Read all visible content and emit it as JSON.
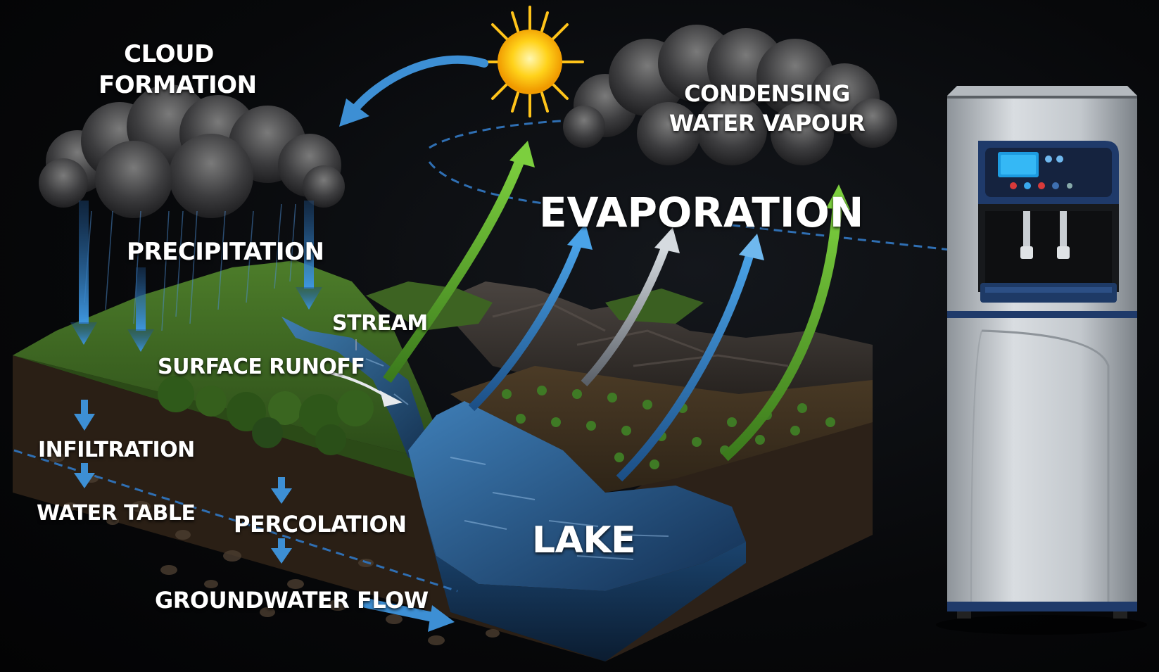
{
  "labels": {
    "cloud_formation": "CLOUD\nFORMATION",
    "condensing": "CONDENSING\nWATER VAPOUR",
    "evaporation": "EVAPORATION",
    "precipitation": "PRECIPITATION",
    "stream": "STREAM",
    "surface_runoff": "SURFACE RUNOFF",
    "infiltration": "INFILTRATION",
    "water_table": "WATER TABLE",
    "percolation": "PERCOLATION",
    "groundwater_flow": "GROUNDWATER FLOW",
    "lake": "LAKE"
  },
  "colors": {
    "arrow_blue": "#3d8fd4",
    "arrow_green": "#6fbf3a",
    "arrow_white": "#c9ced4",
    "dashed_line": "#2f6fb3",
    "water": "#1e4a78",
    "grass": "#3f6a22",
    "soil": "#3a2a1c"
  },
  "icons": [
    "sun-icon",
    "rain-cloud-icon",
    "vapour-cloud-icon",
    "water-dispenser-icon"
  ]
}
